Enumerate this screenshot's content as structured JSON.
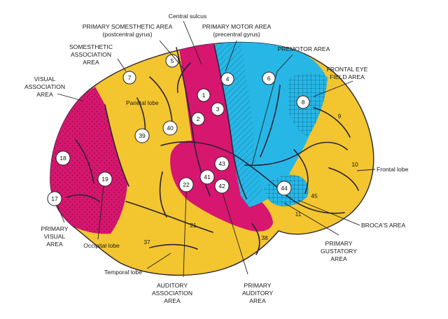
{
  "diagram": {
    "labels": {
      "central_sulcus": "Central sulcus",
      "primary_somesthetic_1": "PRIMARY SOMESTHETIC AREA",
      "primary_somesthetic_2": "(postcentral gyrus)",
      "primary_motor_1": "PRIMARY MOTOR AREA",
      "primary_motor_2": "(precentral gyrus)",
      "somesthetic_assoc_1": "SOMESTHETIC",
      "somesthetic_assoc_2": "ASSOCIATION",
      "somesthetic_assoc_3": "AREA",
      "premotor": "PREMOTOR AREA",
      "frontal_eye_1": "FRONTAL EYE",
      "frontal_eye_2": "FIELD AREA",
      "visual_assoc_1": "VISUAL",
      "visual_assoc_2": "ASSOCIATION",
      "visual_assoc_3": "AREA",
      "parietal_lobe": "Parietal lobe",
      "frontal_lobe": "Frontal lobe",
      "brocas_area": "BROCA'S AREA",
      "primary_visual_1": "PRIMARY",
      "primary_visual_2": "VISUAL",
      "primary_visual_3": "AREA",
      "occipital_lobe": "Occipital lobe",
      "temporal_lobe": "Temporal lobe",
      "auditory_assoc_1": "AUDITORY",
      "auditory_assoc_2": "ASSOCIATION",
      "auditory_assoc_3": "AREA",
      "primary_auditory_1": "PRIMARY",
      "primary_auditory_2": "AUDITORY",
      "primary_auditory_3": "AREA",
      "primary_gustatory_1": "PRIMARY",
      "primary_gustatory_2": "GUSTATORY",
      "primary_gustatory_3": "AREA"
    },
    "areas": {
      "a1": "1",
      "a2": "2",
      "a3": "3",
      "a4": "4",
      "a5": "5",
      "a6": "6",
      "a7": "7",
      "a8": "8",
      "a17": "17",
      "a18": "18",
      "a19": "19",
      "a22": "22",
      "a39": "39",
      "a40": "40",
      "a41": "41",
      "a42": "42",
      "a43": "43",
      "a44": "44"
    },
    "plain_numbers": {
      "n9": "9",
      "n10": "10",
      "n11": "11",
      "n21": "21",
      "n37": "37",
      "n38": "38",
      "n45": "45"
    },
    "colors": {
      "yellow": "#f3c52f",
      "magenta": "#d6166f",
      "cyan": "#27b7e6",
      "outline": "#2a2233"
    }
  }
}
